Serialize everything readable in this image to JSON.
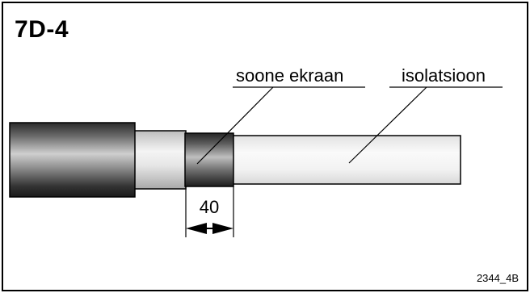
{
  "title": "7D-4",
  "labels": {
    "screen": "soone ekraan",
    "insulation": "isolatsioon"
  },
  "dimension": {
    "value": "40"
  },
  "figure_code": "2344_4B"
}
